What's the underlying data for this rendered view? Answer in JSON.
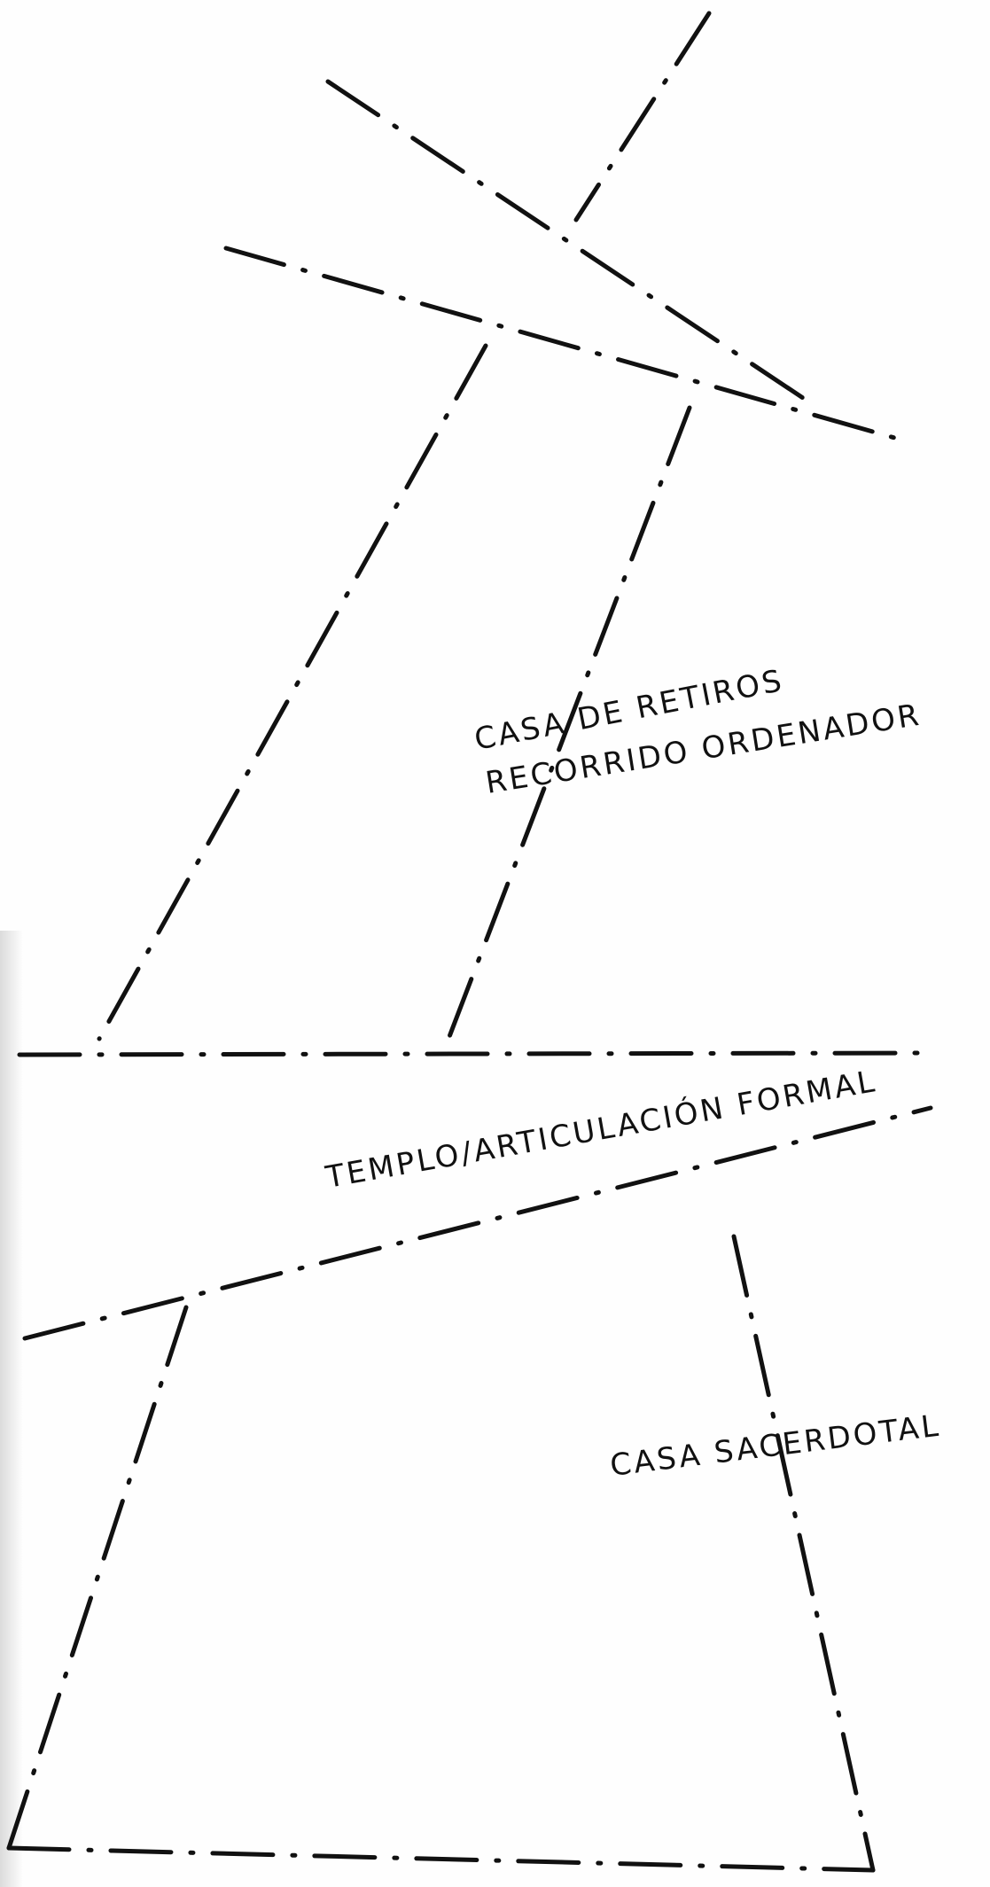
{
  "labels": {
    "casa_retiros_line1": "CASA DE RETIROS",
    "casa_retiros_line2": "RECORRIDO ORDENADOR",
    "templo": "TEMPLO/ARTICULACIÓN FORMAL",
    "casa_sacerdotal": "CASA SACERDOTAL"
  },
  "colors": {
    "ink": "#111111",
    "paper": "#fefefe"
  }
}
